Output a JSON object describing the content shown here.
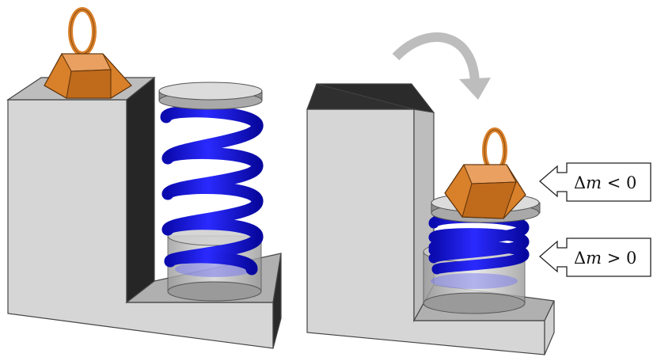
{
  "callouts": {
    "upper": {
      "delta": "Δ",
      "var": "m",
      "rel": " < ",
      "val": "0"
    },
    "lower": {
      "delta": "Δ",
      "var": "m",
      "rel": " > ",
      "val": "0"
    }
  },
  "colors": {
    "block_front": "#d3d3d3",
    "block_top": "#bfbfbf",
    "block_side": "#2b2b2b",
    "spring": "#1515d8",
    "weight": "#d9802a",
    "arrow": "#bdbdbd"
  }
}
